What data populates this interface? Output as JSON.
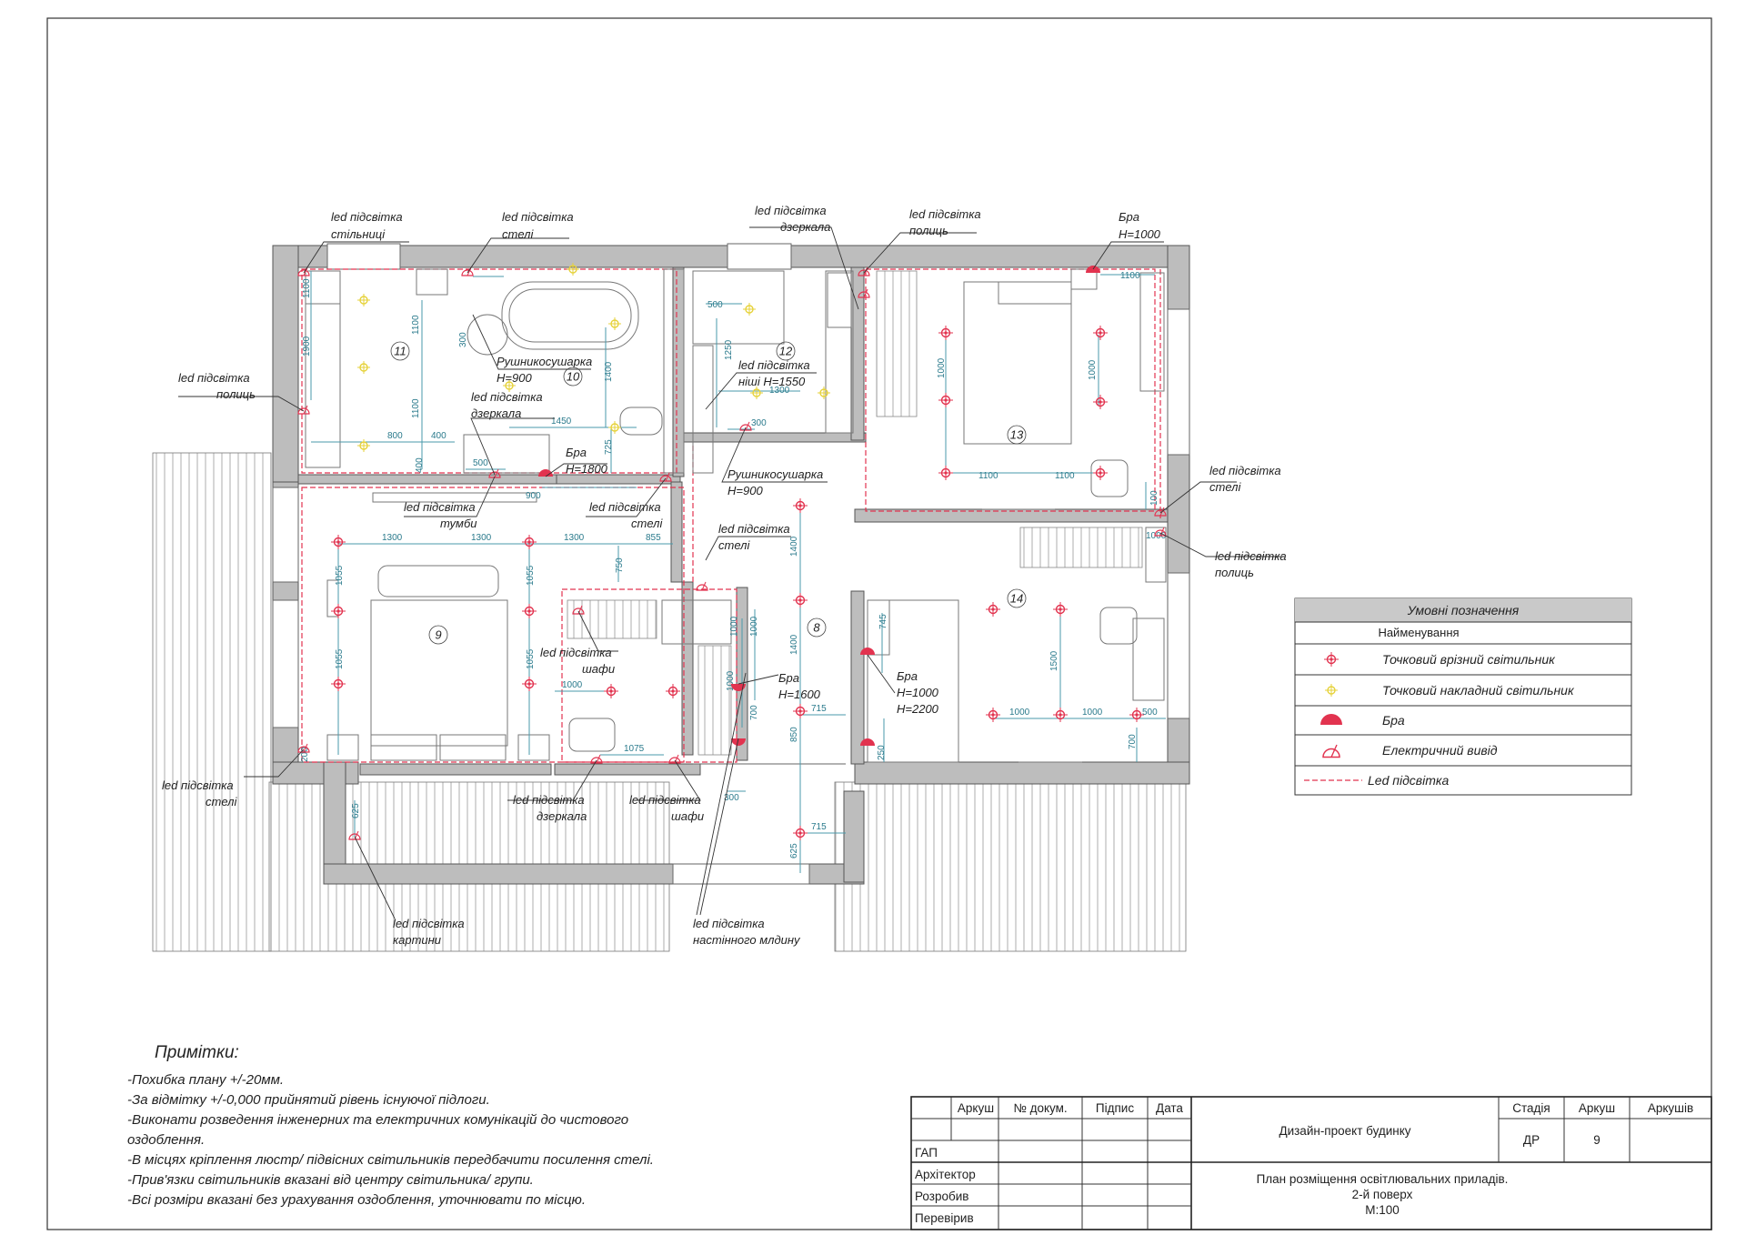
{
  "rooms": [
    "11",
    "10",
    "12",
    "13",
    "9",
    "8",
    "14"
  ],
  "labels": {
    "stilnytsi": [
      "led підсвітка",
      "стільниці"
    ],
    "steli_top": [
      "led підсвітка",
      "стелі"
    ],
    "dzerkala_top": [
      "led підсвітка",
      "дзеркала"
    ],
    "polyts_top": [
      "led підсвітка",
      "полиць"
    ],
    "bra_top": [
      "Бра",
      "H=1000"
    ],
    "polyts_left": [
      "led підсвітка",
      "полиць"
    ],
    "rushnyk_1": [
      "Рушникосушарка",
      "H=900"
    ],
    "dzerkala_mid": [
      "led підсвітка",
      "дзеркала"
    ],
    "nishi": [
      "led підсвітка",
      "ніші H=1550"
    ],
    "bra_1800": [
      "Бра",
      "H=1800"
    ],
    "rushnyk_2": [
      "Рушникосушарка",
      "H=900"
    ],
    "steli_right": [
      "led підсвітка",
      "стелі"
    ],
    "polyts_right": [
      "led підсвітка",
      "полиць"
    ],
    "tumby": [
      "led підсвітка",
      "тумби"
    ],
    "steli_mid": [
      "led підсвітка",
      "стелі"
    ],
    "steli_corr": [
      "led підсвітка",
      "стелі"
    ],
    "shafy_1": [
      "led підсвітка",
      "шафи"
    ],
    "bra_1600": [
      "Бра",
      "H=1600"
    ],
    "bra_2200": [
      "Бра",
      "H=1000",
      "H=2200"
    ],
    "steli_bottom": [
      "led підсвітка",
      "стелі"
    ],
    "dzerkala_bottom": [
      "led підсвітка",
      "дзеркала"
    ],
    "shafy_2": [
      "led підсвітка",
      "шафи"
    ],
    "kartyny": [
      "led підсвітка",
      "картини"
    ],
    "mlynu": [
      "led підсвітка",
      "настінного млдину"
    ]
  },
  "dims": [
    "1100",
    "1900",
    "800",
    "400",
    "400",
    "1100",
    "1100",
    "500",
    "300",
    "1450",
    "1400",
    "725",
    "900",
    "500",
    "1250",
    "1300",
    "300",
    "1000",
    "1000",
    "1100",
    "1100",
    "1100",
    "100",
    "1000",
    "1300",
    "1300",
    "1300",
    "855",
    "1055",
    "1055",
    "1055",
    "1055",
    "750",
    "1000",
    "1400",
    "1400",
    "1000",
    "700",
    "850",
    "1000",
    "715",
    "715",
    "625",
    "625",
    "1075",
    "300",
    "1000",
    "745",
    "1500",
    "1000",
    "1000",
    "500",
    "700",
    "250",
    "200"
  ],
  "legend": {
    "title": "Умовні позначення",
    "subtitle": "Найменування",
    "items": [
      {
        "symbol": "recessed-spot",
        "label": "Точковий врізний світильник"
      },
      {
        "symbol": "surface-spot",
        "label": "Точковий накладний світильник"
      },
      {
        "symbol": "sconce",
        "label": "Бра"
      },
      {
        "symbol": "outlet",
        "label": "Електричний вивід"
      },
      {
        "symbol": "led-strip",
        "label": "Led підсвітка"
      }
    ]
  },
  "notes": {
    "title": "Примітки:",
    "lines": [
      "-Похибка плану +/-20мм.",
      "-За відмітку +/-0,000 прийнятий рівень існуючої підлоги.",
      "-Виконати розведення інженерних та електричних комунікацій до чистового",
      "оздоблення.",
      "-В місцях кріплення люстр/ підвісних світильників передбачити посилення стелі.",
      "-Прив'язки світильників вказані від центру світильника/ групи.",
      "-Всі розміри вказані без урахування оздоблення, уточнювати по місцю."
    ]
  },
  "title_block": {
    "col_sheet": "Аркуш",
    "col_doc": "№ докум.",
    "col_sign": "Підпис",
    "col_date": "Дата",
    "row_gap": "ГАП",
    "row_arch": "Архітектор",
    "row_dev": "Розробив",
    "row_check": "Перевірив",
    "project": "Дизайн-проект будинку",
    "stage_label": "Стадія",
    "sheet_label": "Аркуш",
    "sheets_label": "Аркушів",
    "stage": "ДР",
    "sheet": "9",
    "sheets": "",
    "drawing_title": "План розміщення освітлювальних приладів.",
    "floor": "2-й поверх",
    "scale": "М:100"
  },
  "colors": {
    "recessed": "#e2334f",
    "surface": "#e6d23a",
    "led": "#e2334f",
    "dimension": "#2a7a8c",
    "wall": "#bdbdbd"
  }
}
